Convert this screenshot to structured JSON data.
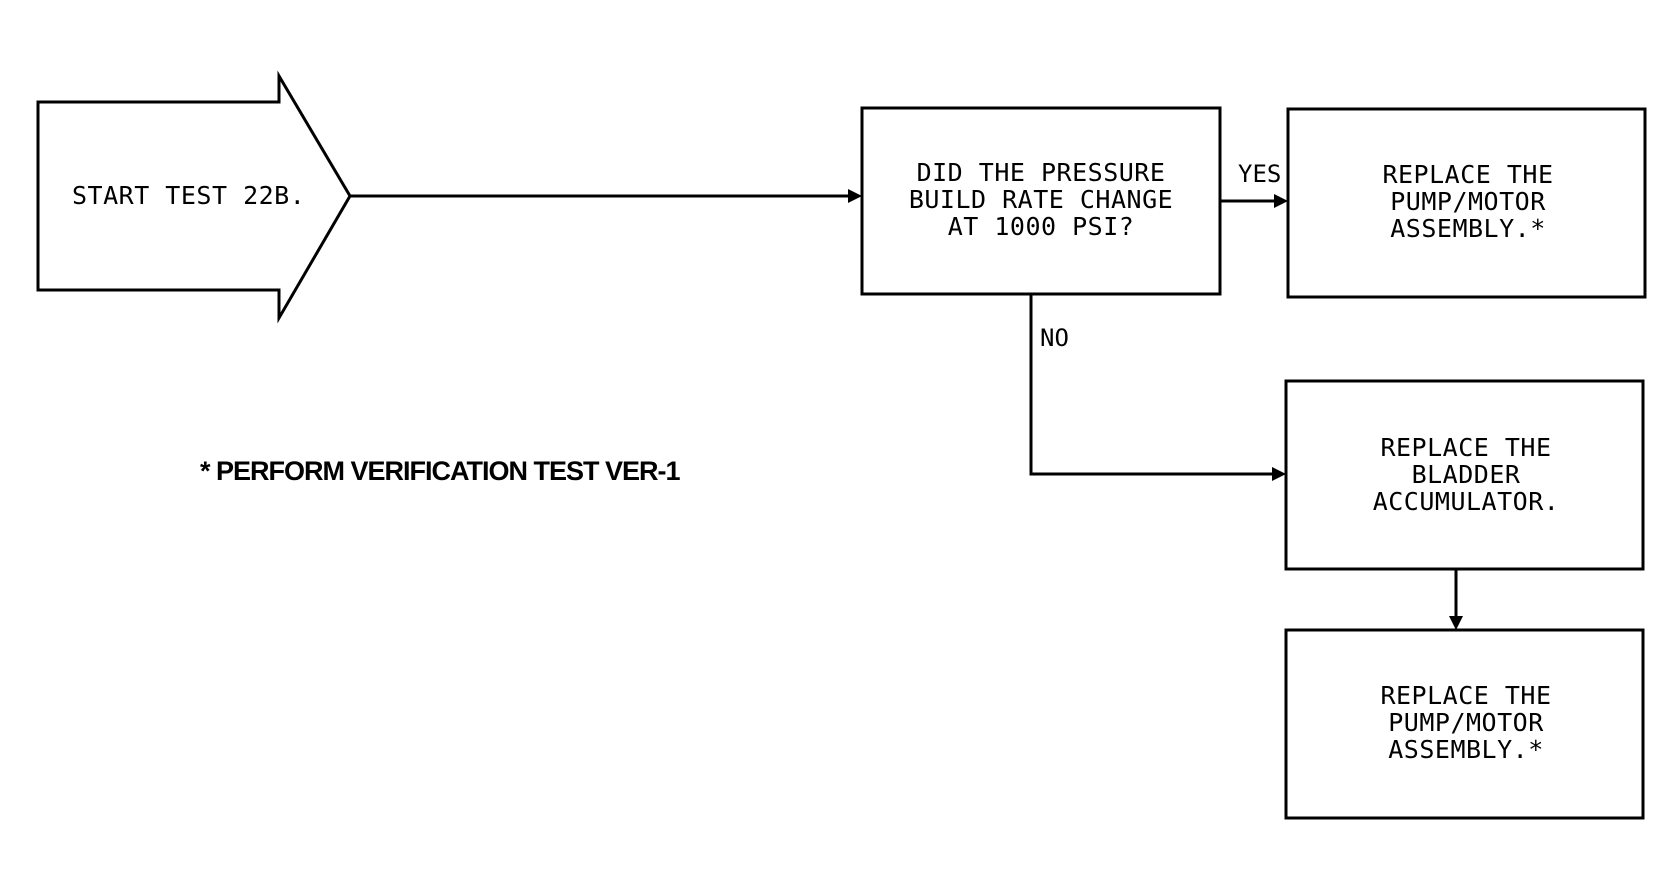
{
  "start": {
    "label": "START TEST 22B."
  },
  "decision": {
    "lines": [
      "DID THE PRESSURE",
      "BUILD RATE CHANGE",
      "AT 1000 PSI?"
    ]
  },
  "branch_labels": {
    "yes": "YES",
    "no": "NO"
  },
  "action_yes": {
    "lines": [
      "REPLACE THE",
      "PUMP/MOTOR",
      "ASSEMBLY.*"
    ]
  },
  "action_no": {
    "lines": [
      "REPLACE THE",
      "BLADDER",
      "ACCUMULATOR."
    ]
  },
  "action_final": {
    "lines": [
      "REPLACE THE",
      "PUMP/MOTOR",
      "ASSEMBLY.*"
    ]
  },
  "note": {
    "text": "* PERFORM VERIFICATION TEST VER-1"
  }
}
